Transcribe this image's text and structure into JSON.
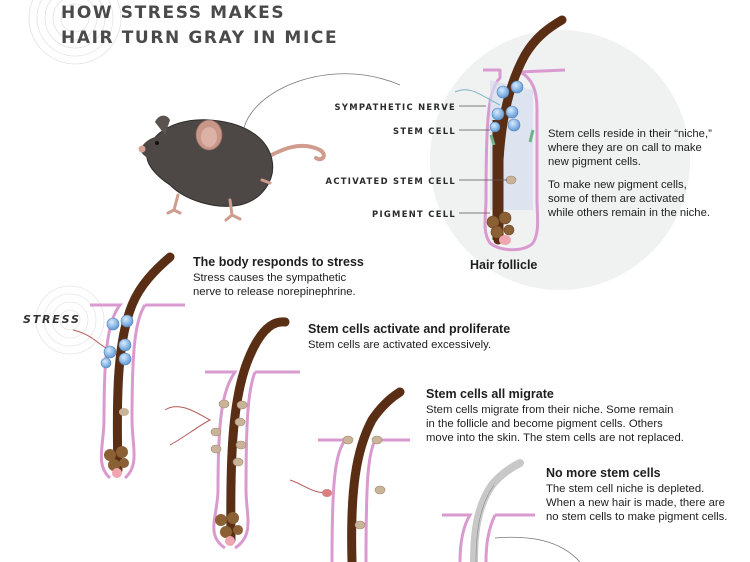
{
  "title": {
    "line1": "HOW STRESS MAKES",
    "line2": "HAIR TURN GRAY IN MICE"
  },
  "follicle_panel": {
    "labels": {
      "sympathetic_nerve": "SYMPATHETIC NERVE",
      "stem_cell": "STEM CELL",
      "activated_stem_cell": "ACTIVATED STEM CELL",
      "pigment_cell": "PIGMENT CELL"
    },
    "caption": "Hair follicle",
    "description": [
      "Stem cells reside in their “niche,”",
      "where they are on call to make",
      "new pigment cells."
    ],
    "description2": [
      "To make new pigment cells,",
      "some of them are activated",
      "while others remain in the niche."
    ]
  },
  "stress_label": "STRESS",
  "steps": [
    {
      "heading": "The body responds to stress",
      "text": [
        "Stress causes the sympathetic",
        "nerve to release norepinephrine."
      ]
    },
    {
      "heading": "Stem cells activate and proliferate",
      "text": [
        "Stem cells are activated excessively."
      ]
    },
    {
      "heading": "Stem cells all migrate",
      "text": [
        "Stem cells migrate from their niche. Some remain",
        "in the follicle and become pigment cells. Others",
        "move into the skin. The stem cells are not replaced."
      ]
    },
    {
      "heading": "No more stem cells",
      "text": [
        "The stem cell niche is depleted.",
        "When a new hair is made, there are",
        "no stem cells to make pigment cells."
      ]
    }
  ],
  "colors": {
    "hair": "#5a2e14",
    "skin_sheath": "#d99ad0",
    "inner_sheath": "#c9d6ee",
    "stem_cell": "#7fb0e6",
    "activated_cell": "#c9b49a",
    "pigment": "#8a6034",
    "nerve": "#b55a5a",
    "circle_bg": "#f0f1f1",
    "mouse": "#4d4845",
    "mouse_pink": "#d3a295",
    "gray_hair": "#c8c8c8"
  }
}
